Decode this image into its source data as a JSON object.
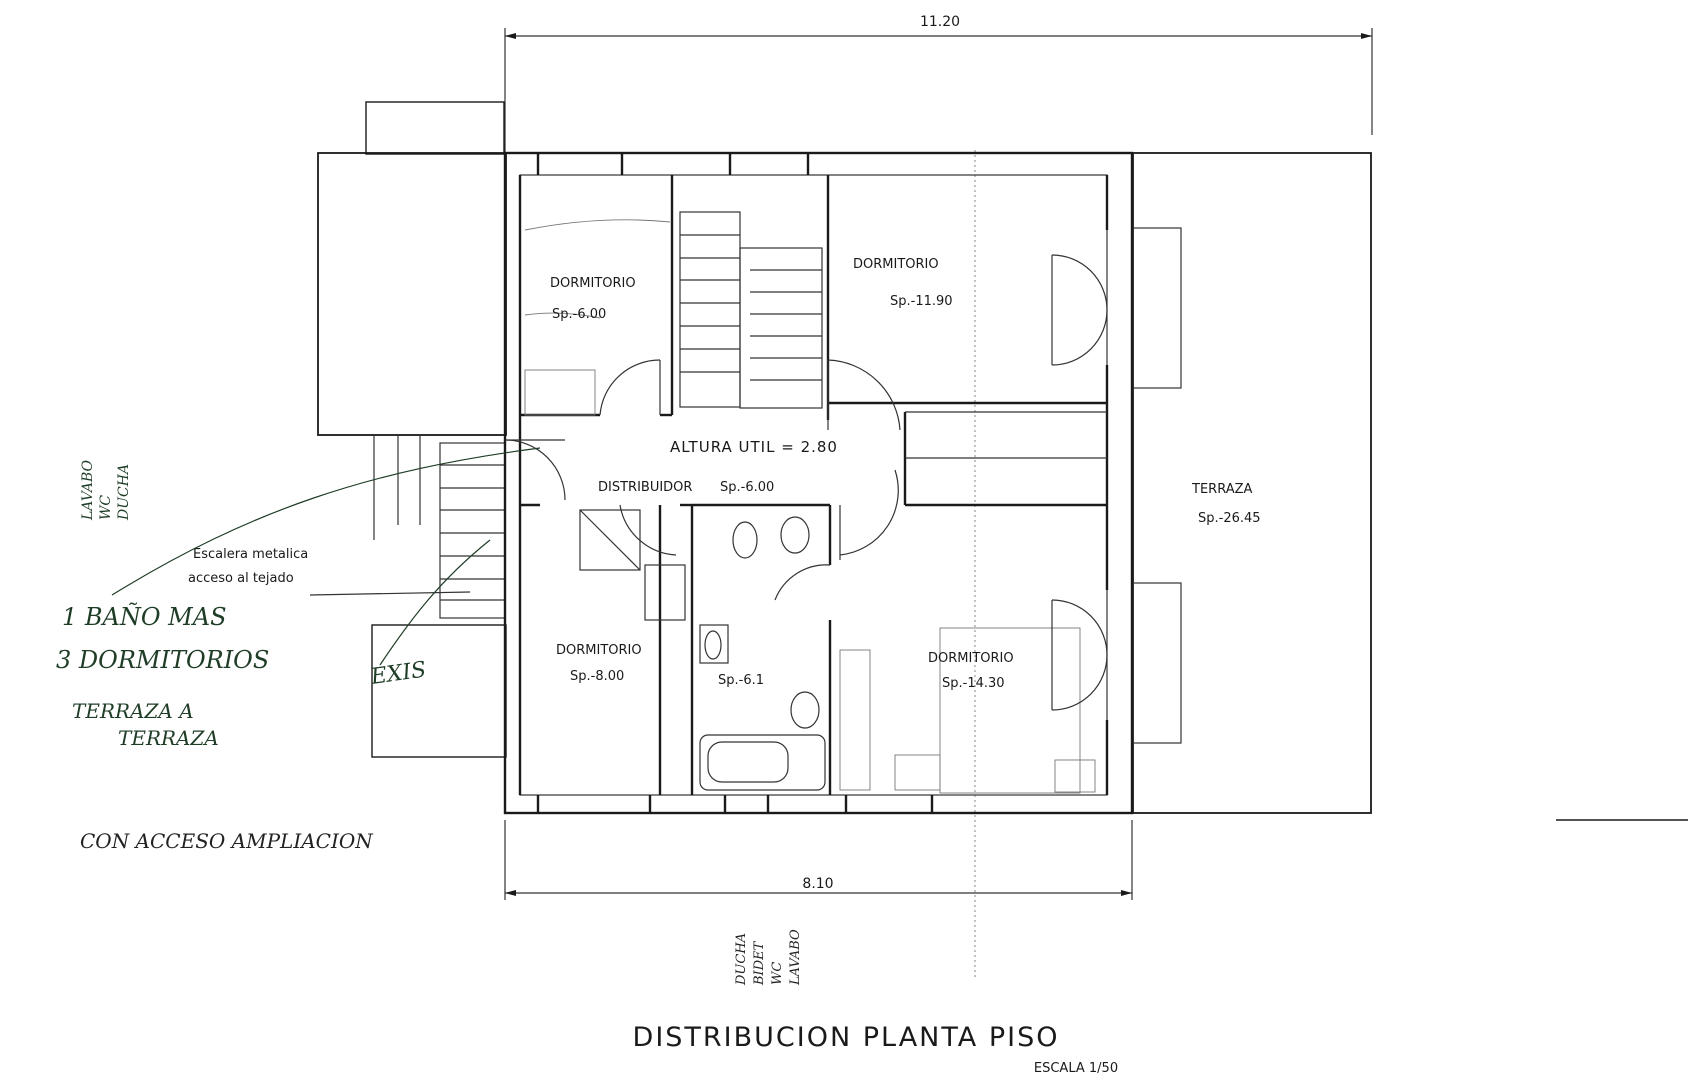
{
  "plan": {
    "title": "DISTRIBUCION PLANTA PISO",
    "scale": "ESCALA 1/50",
    "dim_top": "11.20",
    "dim_bottom": "8.10",
    "height_note": "ALTURA UTIL = 2.80",
    "stair_note_line1": "Escalera metalica",
    "stair_note_line2": "acceso al tejado",
    "rooms": {
      "dorm_small_name": "DORMITORIO",
      "dorm_small_area": "Sp.-6.00",
      "dorm_north_name": "DORMITORIO",
      "dorm_north_area": "Sp.-11.90",
      "distribuidor_name": "DISTRIBUIDOR",
      "distribuidor_area": "Sp.-6.00",
      "terraza_name": "TERRAZA",
      "terraza_area": "Sp.-26.45",
      "dorm_sw_name": "DORMITORIO",
      "dorm_sw_area": "Sp.-8.00",
      "bano_area": "Sp.-6.1",
      "dorm_se_name": "DORMITORIO",
      "dorm_se_area": "Sp.-14.30"
    }
  },
  "handwritten": {
    "line1": "1 BAÑO MAS",
    "line2": "3 DORMITORIOS",
    "line3": "TERRAZA A",
    "line4": "TERRAZA",
    "vertical_left_1": "LAVABO",
    "vertical_left_2": "WC",
    "vertical_left_3": "DUCHA",
    "bottom_note": "CON ACCESO AMPLIACION",
    "bottom_vertical_1": "DUCHA",
    "bottom_vertical_2": "BIDET",
    "bottom_vertical_3": "WC",
    "bottom_vertical_4": "LAVABO",
    "stair_hand": "EXIS"
  }
}
